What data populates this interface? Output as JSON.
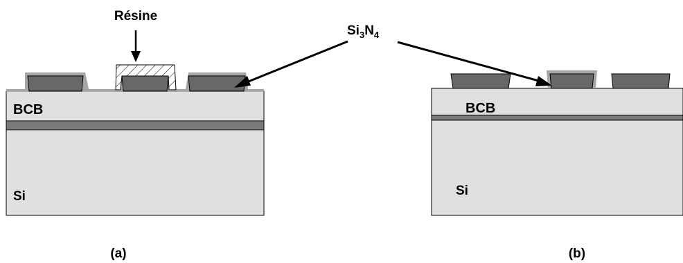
{
  "labels": {
    "resin": "Résine",
    "nitride_main": "Si",
    "nitride_sub3": "3",
    "nitride_n": "N",
    "nitride_sub4": "4"
  },
  "panel_a": {
    "caption": "(a)",
    "bcb_label": "BCB",
    "si_label": "Si"
  },
  "panel_b": {
    "caption": "(b)",
    "bcb_label": "BCB",
    "si_label": "Si"
  },
  "colors": {
    "substrate": "#e0e0e0",
    "layer_dark": "#7a7a7a",
    "nitride_blocks": "#686868",
    "coating": "#a6a6a6",
    "outline": "#000000"
  }
}
